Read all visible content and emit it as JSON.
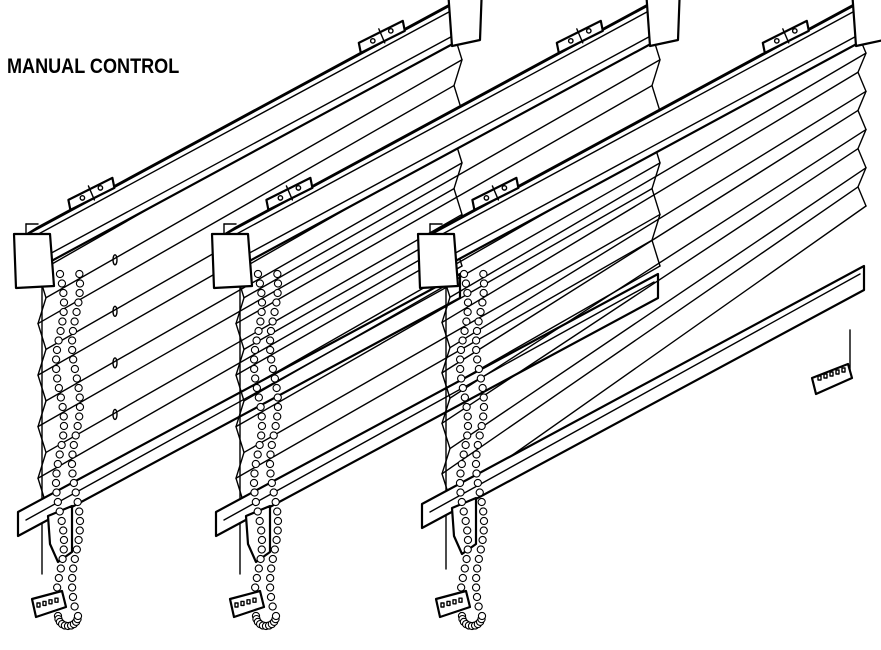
{
  "title": "MANUAL CONTROL",
  "colors": {
    "line": "#000000",
    "background": "#ffffff"
  },
  "blinds": [
    {
      "name": "blind-1",
      "style": "pleated-partly-lowered"
    },
    {
      "name": "blind-2",
      "style": "pleated-lowered"
    },
    {
      "name": "blind-3",
      "style": "pleated-raised-with-bottom-rail"
    }
  ]
}
